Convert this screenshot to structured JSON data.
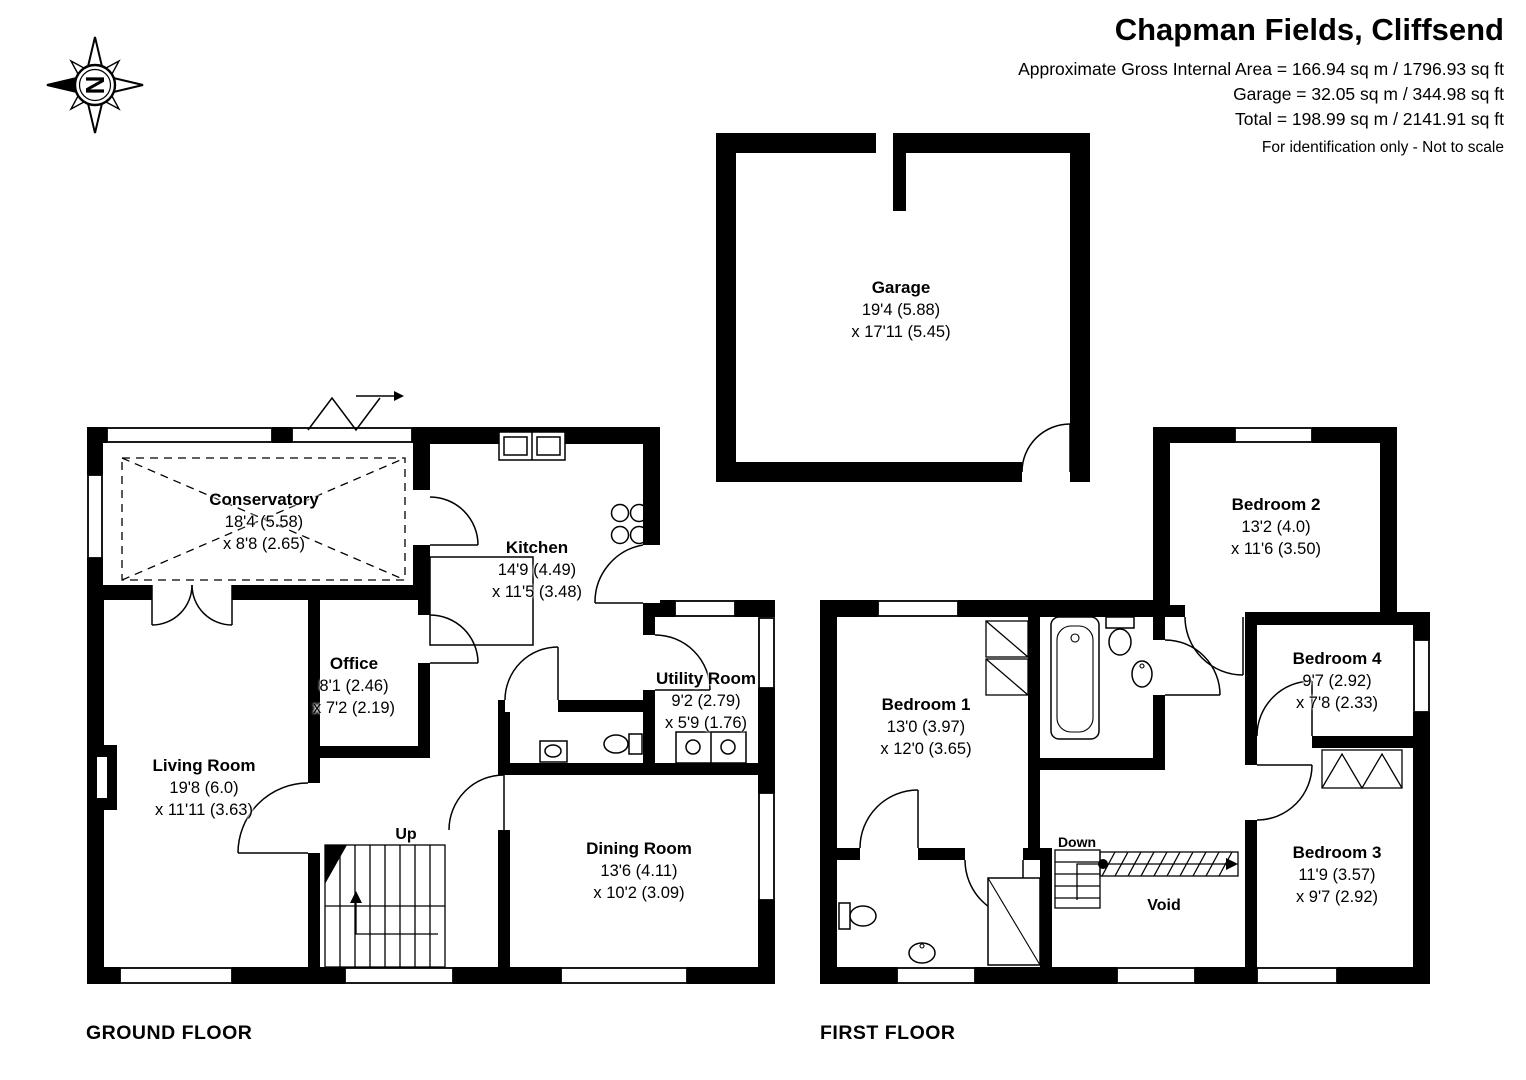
{
  "colors": {
    "ink": "#000000",
    "background": "#ffffff"
  },
  "header": {
    "title": "Chapman Fields, Cliffsend",
    "area_line_1": "Approximate Gross Internal Area = 166.94 sq m / 1796.93 sq ft",
    "area_line_2": "Garage = 32.05 sq m / 344.98 sq ft",
    "area_line_3": "Total = 198.99 sq m / 2141.91 sq ft",
    "disclaimer": "For identification only - Not to scale"
  },
  "compass": {
    "letter": "N"
  },
  "floor_labels": {
    "ground": "GROUND FLOOR",
    "first": "FIRST FLOOR"
  },
  "annotations": {
    "up": "Up",
    "down": "Down",
    "void": "Void"
  },
  "rooms": {
    "garage": {
      "name": "Garage",
      "dim1": "19'4 (5.88)",
      "dim2": "x 17'11 (5.45)"
    },
    "conservatory": {
      "name": "Conservatory",
      "dim1": "18'4 (5.58)",
      "dim2": "x 8'8 (2.65)"
    },
    "kitchen": {
      "name": "Kitchen",
      "dim1": "14'9 (4.49)",
      "dim2": "x 11'5 (3.48)"
    },
    "office": {
      "name": "Office",
      "dim1": "8'1 (2.46)",
      "dim2": "x 7'2 (2.19)"
    },
    "utility": {
      "name": "Utility Room",
      "dim1": "9'2 (2.79)",
      "dim2": "x 5'9 (1.76)"
    },
    "living": {
      "name": "Living Room",
      "dim1": "19'8 (6.0)",
      "dim2": "x 11'11 (3.63)"
    },
    "dining": {
      "name": "Dining Room",
      "dim1": "13'6 (4.11)",
      "dim2": "x 10'2 (3.09)"
    },
    "bedroom1": {
      "name": "Bedroom 1",
      "dim1": "13'0 (3.97)",
      "dim2": "x 12'0 (3.65)"
    },
    "bedroom2": {
      "name": "Bedroom 2",
      "dim1": "13'2 (4.0)",
      "dim2": "x 11'6 (3.50)"
    },
    "bedroom3": {
      "name": "Bedroom 3",
      "dim1": "11'9 (3.57)",
      "dim2": "x 9'7 (2.92)"
    },
    "bedroom4": {
      "name": "Bedroom 4",
      "dim1": "9'7 (2.92)",
      "dim2": "x 7'8 (2.33)"
    }
  }
}
